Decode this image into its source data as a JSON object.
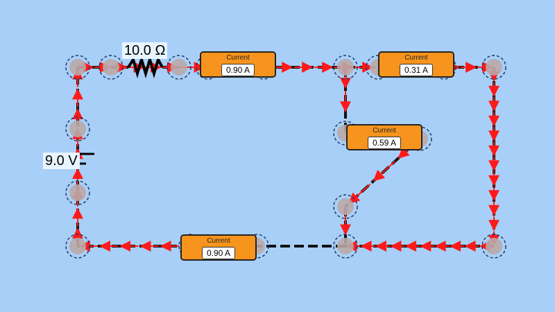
{
  "battery": {
    "voltage_label": "9.0 V"
  },
  "resistor": {
    "resistance_label": "10.0 Ω"
  },
  "ammeters": [
    {
      "title": "Current",
      "reading": "0.90 A"
    },
    {
      "title": "Current",
      "reading": "0.31 A"
    },
    {
      "title": "Current",
      "reading": "0.59 A"
    },
    {
      "title": "Current",
      "reading": "0.90 A"
    }
  ],
  "colors": {
    "background": "#a8cff8",
    "wire": "#111111",
    "arrow": "#ff1a1a",
    "meter": "#f7941d",
    "node": "#b9a9a8"
  }
}
